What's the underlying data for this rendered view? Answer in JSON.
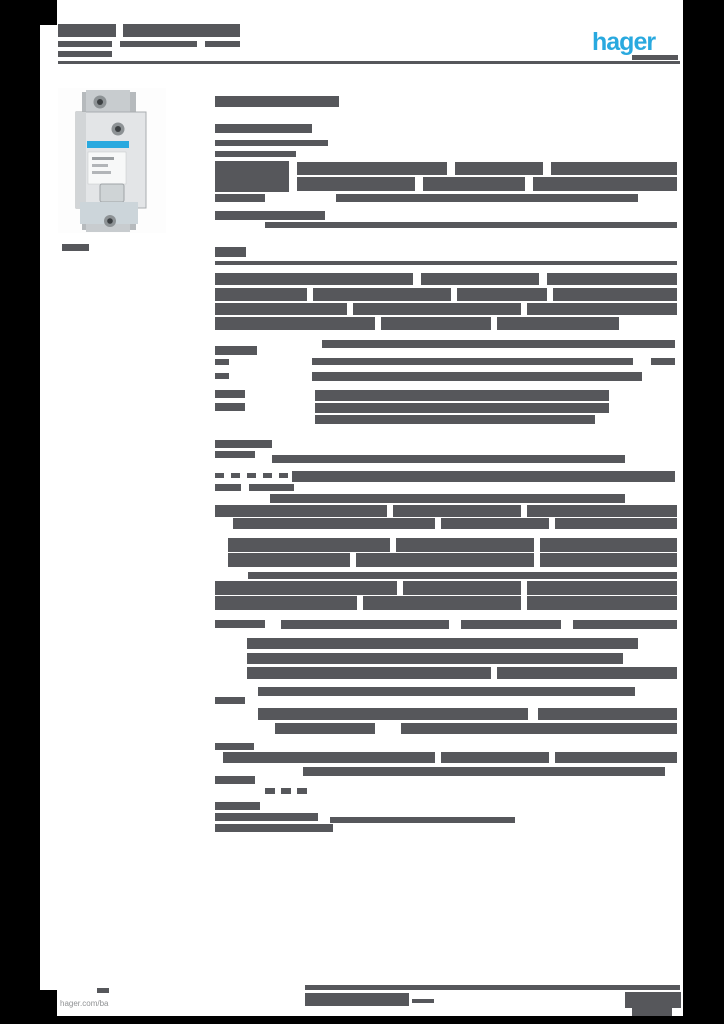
{
  "header": {
    "logo_text": "hager"
  },
  "footer": {
    "website": "hager.com/ba"
  },
  "colors": {
    "accent": "#29a9df",
    "text_bar": "#56575b",
    "page_bg": "#ffffff",
    "canvas_bg": "#000000"
  },
  "product_image": {
    "name": "din-rail-impulse-relay-photo"
  },
  "redacted_bars": [
    [
      58,
      24,
      58,
      13
    ],
    [
      123,
      24,
      117,
      13
    ],
    [
      58,
      41,
      54,
      6
    ],
    [
      120,
      41,
      77,
      6
    ],
    [
      205,
      41,
      35,
      6
    ],
    [
      58,
      51,
      54,
      6
    ],
    [
      58,
      61,
      622,
      3
    ],
    [
      632,
      55,
      46,
      5
    ],
    [
      62,
      244,
      27,
      7
    ],
    [
      215,
      96,
      124,
      11
    ],
    [
      215,
      124,
      97,
      9
    ],
    [
      215,
      140,
      113,
      6
    ],
    [
      215,
      151,
      81,
      6
    ],
    [
      215,
      161,
      74,
      31
    ],
    [
      297,
      162,
      150,
      13
    ],
    [
      455,
      162,
      88,
      13
    ],
    [
      551,
      162,
      126,
      13
    ],
    [
      297,
      177,
      118,
      14
    ],
    [
      423,
      177,
      102,
      14
    ],
    [
      533,
      177,
      144,
      14
    ],
    [
      215,
      194,
      50,
      8
    ],
    [
      336,
      194,
      302,
      8
    ],
    [
      215,
      211,
      110,
      9
    ],
    [
      265,
      222,
      412,
      6
    ],
    [
      215,
      247,
      31,
      10
    ],
    [
      215,
      261,
      462,
      4
    ],
    [
      215,
      273,
      198,
      12
    ],
    [
      421,
      273,
      118,
      12
    ],
    [
      547,
      273,
      130,
      12
    ],
    [
      215,
      288,
      92,
      13
    ],
    [
      313,
      288,
      138,
      13
    ],
    [
      457,
      288,
      90,
      13
    ],
    [
      553,
      288,
      124,
      13
    ],
    [
      215,
      303,
      132,
      12
    ],
    [
      353,
      303,
      168,
      12
    ],
    [
      527,
      303,
      150,
      12
    ],
    [
      215,
      317,
      160,
      13
    ],
    [
      381,
      317,
      110,
      13
    ],
    [
      497,
      317,
      122,
      13
    ],
    [
      322,
      340,
      353,
      8
    ],
    [
      215,
      346,
      42,
      9
    ],
    [
      312,
      358,
      321,
      7
    ],
    [
      215,
      359,
      14,
      6
    ],
    [
      651,
      358,
      24,
      7
    ],
    [
      312,
      372,
      330,
      9
    ],
    [
      215,
      373,
      14,
      6
    ],
    [
      215,
      390,
      30,
      8
    ],
    [
      315,
      390,
      294,
      11
    ],
    [
      215,
      403,
      30,
      8
    ],
    [
      315,
      403,
      294,
      10
    ],
    [
      315,
      415,
      280,
      9
    ],
    [
      215,
      440,
      57,
      8
    ],
    [
      215,
      451,
      40,
      7
    ],
    [
      272,
      455,
      353,
      8
    ],
    [
      215,
      473,
      9,
      5
    ],
    [
      231,
      473,
      9,
      5
    ],
    [
      247,
      473,
      9,
      5
    ],
    [
      263,
      473,
      9,
      5
    ],
    [
      279,
      473,
      9,
      5
    ],
    [
      292,
      471,
      383,
      11
    ],
    [
      215,
      484,
      26,
      7
    ],
    [
      249,
      484,
      45,
      7
    ],
    [
      270,
      494,
      355,
      9
    ],
    [
      215,
      505,
      172,
      12
    ],
    [
      393,
      505,
      128,
      12
    ],
    [
      527,
      505,
      150,
      12
    ],
    [
      233,
      518,
      202,
      11
    ],
    [
      441,
      518,
      108,
      11
    ],
    [
      555,
      518,
      122,
      11
    ],
    [
      228,
      538,
      162,
      14
    ],
    [
      396,
      538,
      138,
      14
    ],
    [
      540,
      538,
      137,
      14
    ],
    [
      228,
      553,
      122,
      14
    ],
    [
      356,
      553,
      178,
      14
    ],
    [
      540,
      553,
      137,
      14
    ],
    [
      248,
      572,
      429,
      7
    ],
    [
      215,
      581,
      182,
      14
    ],
    [
      403,
      581,
      118,
      14
    ],
    [
      527,
      581,
      150,
      14
    ],
    [
      215,
      596,
      142,
      14
    ],
    [
      363,
      596,
      158,
      14
    ],
    [
      527,
      596,
      150,
      14
    ],
    [
      215,
      620,
      50,
      8
    ],
    [
      281,
      620,
      168,
      9
    ],
    [
      461,
      620,
      100,
      9
    ],
    [
      573,
      620,
      104,
      9
    ],
    [
      247,
      638,
      391,
      11
    ],
    [
      247,
      653,
      376,
      11
    ],
    [
      247,
      667,
      244,
      12
    ],
    [
      497,
      667,
      180,
      12
    ],
    [
      258,
      687,
      377,
      9
    ],
    [
      215,
      697,
      30,
      7
    ],
    [
      258,
      708,
      270,
      12
    ],
    [
      538,
      708,
      139,
      12
    ],
    [
      275,
      723,
      100,
      11
    ],
    [
      401,
      723,
      276,
      11
    ],
    [
      215,
      743,
      39,
      7
    ],
    [
      223,
      752,
      212,
      11
    ],
    [
      441,
      752,
      108,
      11
    ],
    [
      555,
      752,
      122,
      11
    ],
    [
      303,
      767,
      362,
      9
    ],
    [
      215,
      776,
      40,
      8
    ],
    [
      265,
      788,
      10,
      6
    ],
    [
      281,
      788,
      10,
      6
    ],
    [
      297,
      788,
      10,
      6
    ],
    [
      215,
      802,
      45,
      8
    ],
    [
      215,
      813,
      103,
      8
    ],
    [
      330,
      817,
      185,
      6
    ],
    [
      215,
      824,
      118,
      8
    ],
    [
      305,
      985,
      375,
      5
    ],
    [
      97,
      988,
      12,
      5
    ],
    [
      305,
      993,
      104,
      13
    ],
    [
      412,
      999,
      22,
      4
    ],
    [
      625,
      992,
      56,
      16
    ],
    [
      632,
      1008,
      40,
      8
    ]
  ]
}
